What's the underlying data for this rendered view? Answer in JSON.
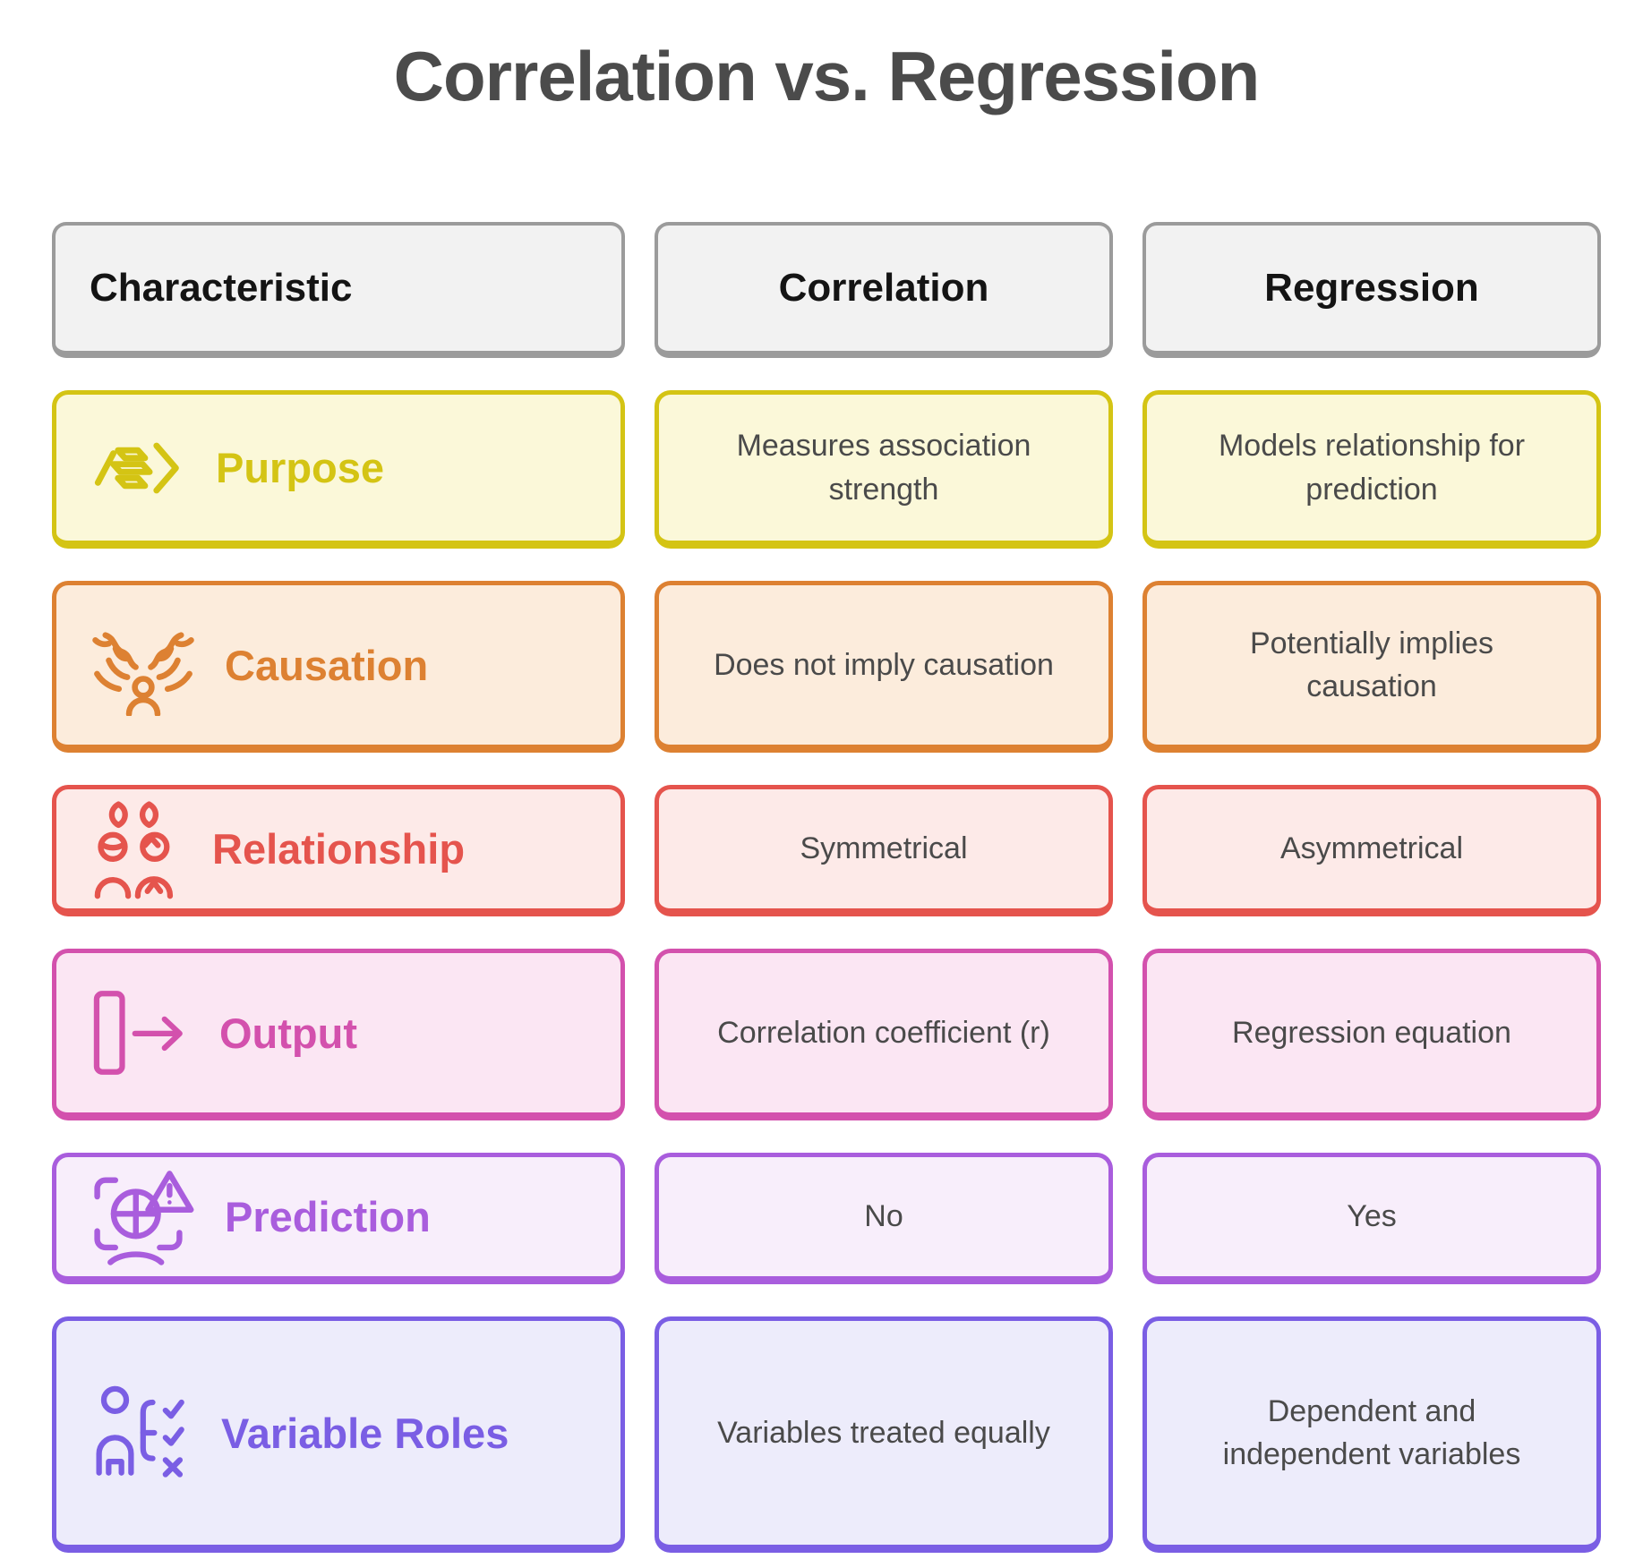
{
  "title": "Correlation vs. Regression",
  "colors": {
    "page_bg": "#ffffff",
    "title_text": "#4b4b4b",
    "cell_text": "#4a4a4a",
    "header_fill": "#f2f2f2",
    "header_border": "#9b9b9b",
    "header_text": "#141414"
  },
  "table": {
    "headers": [
      {
        "id": "characteristic",
        "label": "Characteristic"
      },
      {
        "id": "correlation",
        "label": "Correlation"
      },
      {
        "id": "regression",
        "label": "Regression"
      }
    ],
    "rows": [
      {
        "id": "purpose",
        "label": "Purpose",
        "icon": "forward-arrows-icon",
        "accent": "#d4c414",
        "fill": "#fbf8d9",
        "correlation": "Measures association strength",
        "regression": "Models relationship for prediction"
      },
      {
        "id": "causation",
        "label": "Causation",
        "icon": "cause-effect-icon",
        "accent": "#dd8132",
        "fill": "#fcecdc",
        "correlation": "Does not imply causation",
        "regression": "Potentially implies causation"
      },
      {
        "id": "relationship",
        "label": "Relationship",
        "icon": "people-pair-icon",
        "accent": "#e5544d",
        "fill": "#fdeae8",
        "correlation": "Symmetrical",
        "regression": "Asymmetrical"
      },
      {
        "id": "output",
        "label": "Output",
        "icon": "export-arrow-icon",
        "accent": "#d351ad",
        "fill": "#fbe6f3",
        "correlation": "Correlation coefficient (r)",
        "regression": "Regression equation"
      },
      {
        "id": "prediction",
        "label": "Prediction",
        "icon": "face-scan-warning-icon",
        "accent": "#a95ddd",
        "fill": "#f8eefb",
        "correlation": "No",
        "regression": "Yes"
      },
      {
        "id": "variable_roles",
        "label": "Variable Roles",
        "icon": "person-decision-tree-icon",
        "accent": "#7a5ee4",
        "fill": "#edecfb",
        "correlation": "Variables treated equally",
        "regression": "Dependent and independent variables"
      }
    ]
  }
}
